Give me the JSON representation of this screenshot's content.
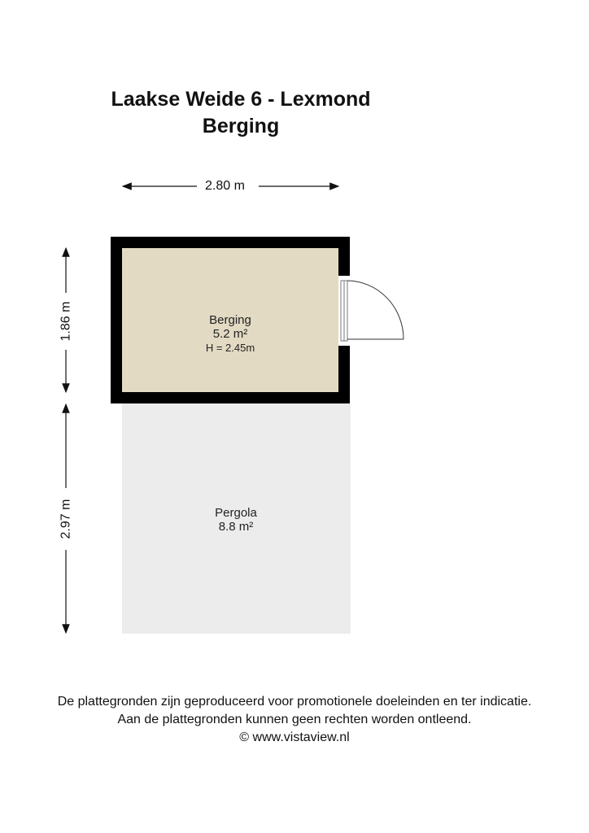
{
  "header": {
    "title": "Laakse Weide 6 - Lexmond",
    "subtitle": "Berging"
  },
  "dimensions": {
    "width": "2.80 m",
    "berging_depth": "1.86 m",
    "pergola_depth": "2.97 m"
  },
  "rooms": [
    {
      "name": "Berging",
      "area": "5.2 m²",
      "height": "H = 2.45m",
      "color": "#e3dac4"
    },
    {
      "name": "Pergola",
      "area": "8.8 m²",
      "color": "#ececec"
    }
  ],
  "footer": {
    "line1": "De plattegronden zijn geproduceerd voor promotionele doeleinden en ter indicatie.",
    "line2": "Aan de plattegronden kunnen geen rechten worden ontleend.",
    "line3": "© www.vistaview.nl"
  }
}
